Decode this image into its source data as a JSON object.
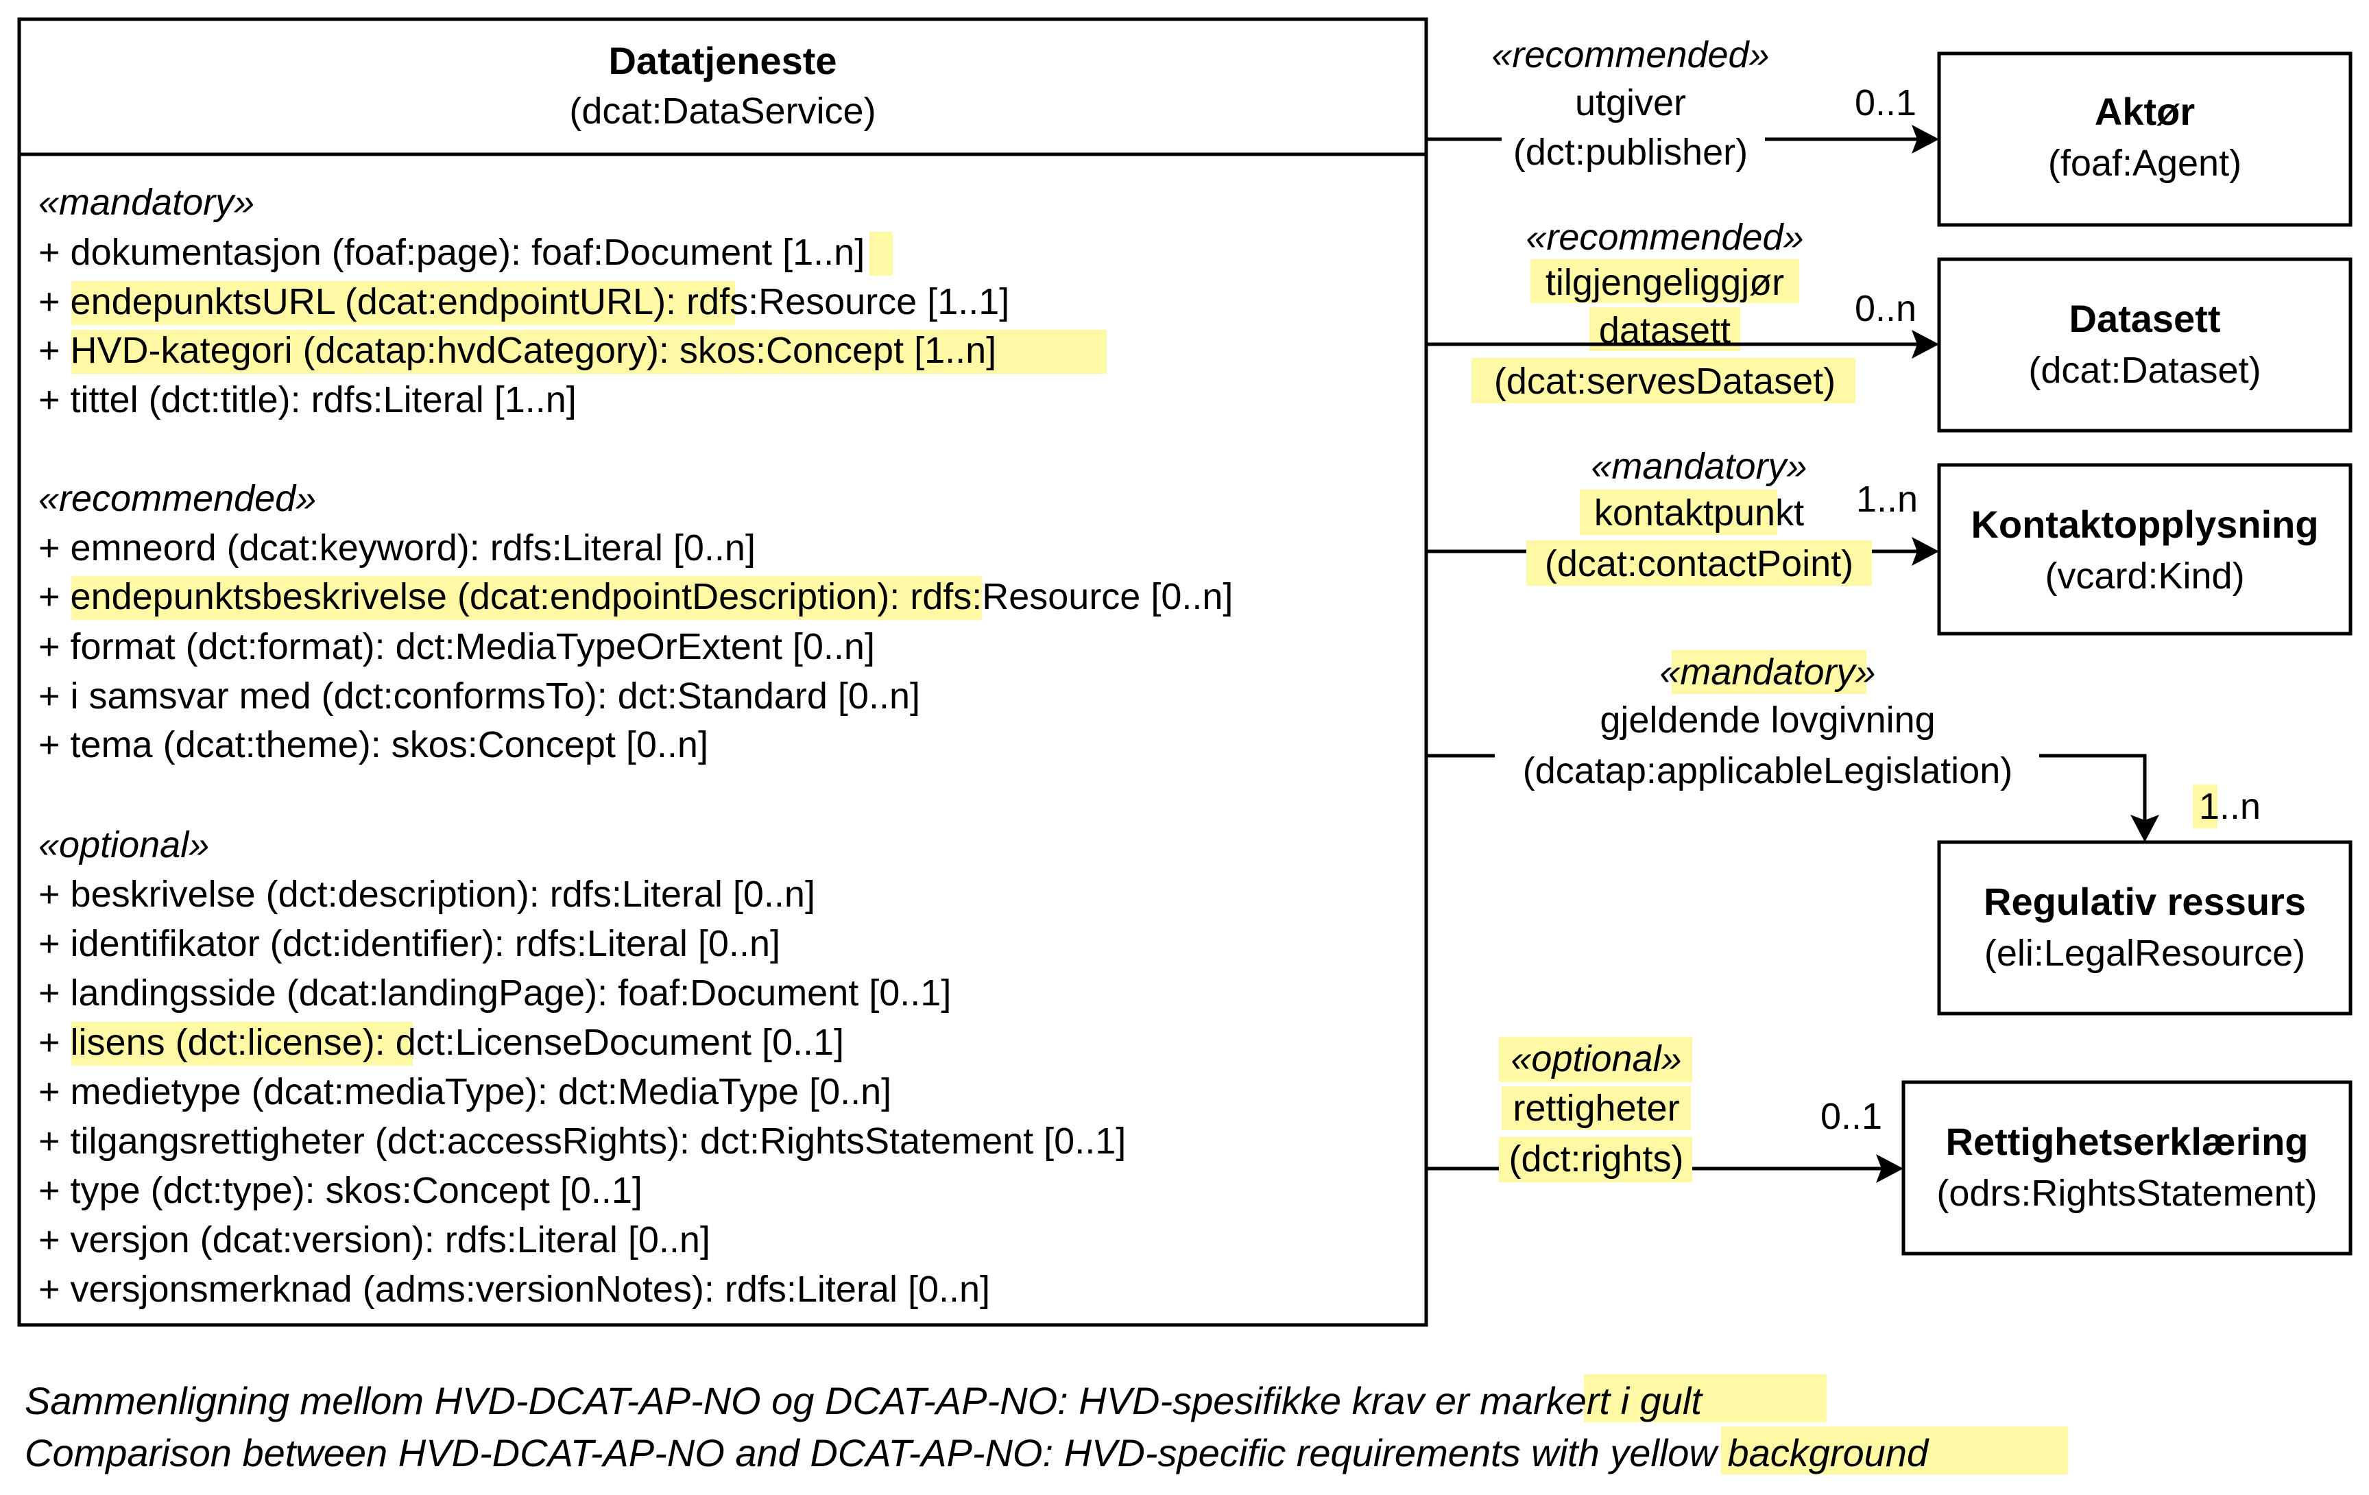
{
  "highlight_color": "#FFF9A6",
  "main_class": {
    "name": "Datatjeneste",
    "type": "(dcat:DataService)",
    "groups": [
      {
        "stereotype": "«mandatory»",
        "attributes": [
          "+ dokumentasjon (foaf:page): foaf:Document [1..n]",
          "+ endepunktsURL (dcat:endpointURL): rdfs:Resource [1..1]",
          "+ HVD-kategori (dcatap:hvdCategory): skos:Concept [1..n]",
          "+ tittel (dct:title): rdfs:Literal [1..n]"
        ]
      },
      {
        "stereotype": "«recommended»",
        "attributes": [
          "+ emneord (dcat:keyword): rdfs:Literal [0..n]",
          "+ endepunktsbeskrivelse (dcat:endpointDescription): rdfs:Resource [0..n]",
          "+ format (dct:format): dct:MediaTypeOrExtent [0..n]",
          "+ i samsvar med (dct:conformsTo): dct:Standard [0..n]",
          "+ tema (dcat:theme): skos:Concept [0..n]"
        ]
      },
      {
        "stereotype": "«optional»",
        "attributes": [
          "+ beskrivelse (dct:description): rdfs:Literal [0..n]",
          "+ identifikator (dct:identifier): rdfs:Literal [0..n]",
          "+ landingsside (dcat:landingPage): foaf:Document [0..1]",
          "+ lisens (dct:license): dct:LicenseDocument [0..1]",
          "+ medietype (dcat:mediaType): dct:MediaType [0..n]",
          "+ tilgangsrettigheter (dct:accessRights): dct:RightsStatement [0..1]",
          "+ type (dct:type): skos:Concept [0..1]",
          "+ versjon (dcat:version): rdfs:Literal [0..n]",
          "+ versjonsmerknad (adms:versionNotes): rdfs:Literal [0..n]"
        ]
      }
    ]
  },
  "targets": [
    {
      "name": "Aktør",
      "type": "(foaf:Agent)"
    },
    {
      "name": "Datasett",
      "type": "(dcat:Dataset)"
    },
    {
      "name": "Kontaktopplysning",
      "type": "(vcard:Kind)"
    },
    {
      "name": "Regulativ ressurs",
      "type": "(eli:LegalResource)"
    },
    {
      "name": "Rettighetserklæring",
      "type": "(odrs:RightsStatement)"
    }
  ],
  "associations": [
    {
      "stereotype": "«recommended»",
      "label": "utgiver",
      "property": "(dct:publisher)",
      "multiplicity": "0..1"
    },
    {
      "stereotype": "«recommended»",
      "label": "tilgjengeliggjør datasett",
      "property": "(dcat:servesDataset)",
      "multiplicity": "0..n"
    },
    {
      "stereotype": "«mandatory»",
      "label": "kontaktpunkt",
      "property": "(dcat:contactPoint)",
      "multiplicity": "1..n"
    },
    {
      "stereotype": "«mandatory»",
      "label": "gjeldende lovgivning",
      "property": "(dcatap:applicableLegislation)",
      "multiplicity": "1..n"
    },
    {
      "stereotype": "«optional»",
      "label": "rettigheter",
      "property": "(dct:rights)",
      "multiplicity": "0..1"
    }
  ],
  "caption": {
    "line1": "Sammenligning mellom HVD-DCAT-AP-NO og DCAT-AP-NO: HVD-spesifikke krav er markert i gult",
    "line2": "Comparison between HVD-DCAT-AP-NO and DCAT-AP-NO: HVD-specific requirements with yellow background"
  }
}
